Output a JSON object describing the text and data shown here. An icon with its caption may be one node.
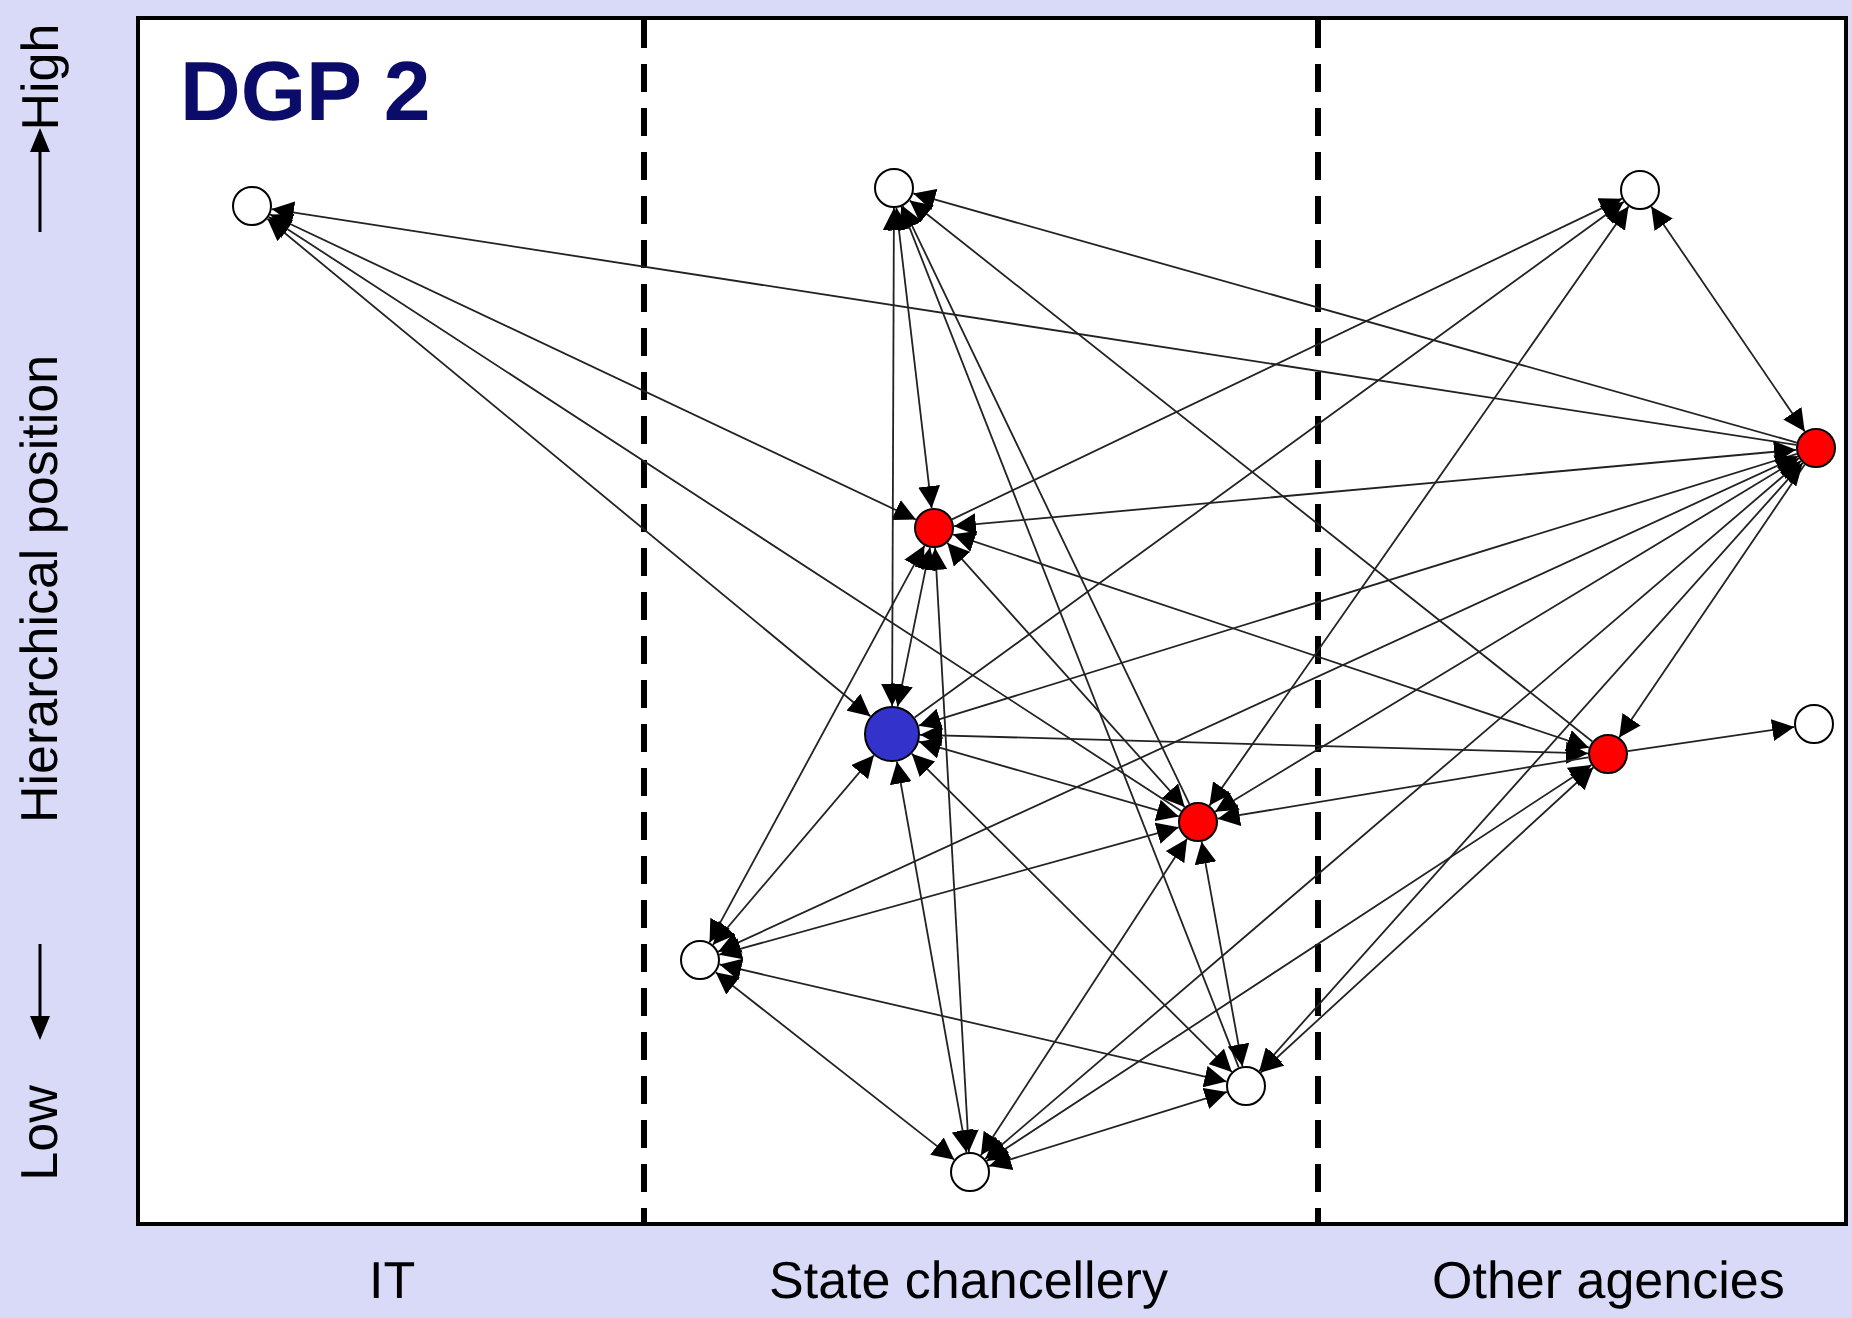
{
  "diagram": {
    "title": "DGP 2",
    "nodes": [
      {
        "text": [],
        "shape": "circle"
      },
      {
        "text": [],
        "shape": "circle"
      },
      {
        "text": [],
        "shape": "circle"
      },
      {
        "text": [],
        "shape": "circle"
      },
      {
        "text": [],
        "shape": "circle"
      },
      {
        "text": [],
        "shape": "circle"
      },
      {
        "text": [],
        "shape": "circle"
      },
      {
        "text": [],
        "shape": "circle"
      },
      {
        "text": [],
        "shape": "circle"
      },
      {
        "text": [],
        "shape": "circle"
      },
      {
        "text": [],
        "shape": "circle"
      },
      {
        "text": [],
        "shape": "circle"
      }
    ],
    "edges": [
      {
        "from": 3,
        "to": 0,
        "arrow": "to"
      },
      {
        "from": 0,
        "to": 4,
        "arrow": "both"
      },
      {
        "from": 8,
        "to": 0,
        "arrow": "to"
      },
      {
        "from": 0,
        "to": 5,
        "arrow": "both"
      },
      {
        "from": 1,
        "to": 4,
        "arrow": "both"
      },
      {
        "from": 1,
        "to": 5,
        "arrow": "both"
      },
      {
        "from": 8,
        "to": 1,
        "arrow": "to"
      },
      {
        "from": 10,
        "to": 1,
        "arrow": "to"
      },
      {
        "from": 3,
        "to": 1,
        "arrow": "to"
      },
      {
        "from": 6,
        "to": 1,
        "arrow": "to"
      },
      {
        "from": 2,
        "to": 3,
        "arrow": "both"
      },
      {
        "from": 4,
        "to": 2,
        "arrow": "to"
      },
      {
        "from": 5,
        "to": 2,
        "arrow": "to"
      },
      {
        "from": 8,
        "to": 2,
        "arrow": "both"
      },
      {
        "from": 3,
        "to": 4,
        "arrow": "both"
      },
      {
        "from": 3,
        "to": 5,
        "arrow": "to"
      },
      {
        "from": 3,
        "to": 6,
        "arrow": "to"
      },
      {
        "from": 3,
        "to": 8,
        "arrow": "both"
      },
      {
        "from": 3,
        "to": 10,
        "arrow": "both"
      },
      {
        "from": 3,
        "to": 11,
        "arrow": "both"
      },
      {
        "from": 3,
        "to": 9,
        "arrow": "both"
      },
      {
        "from": 4,
        "to": 5,
        "arrow": "both"
      },
      {
        "from": 4,
        "to": 6,
        "arrow": "both"
      },
      {
        "from": 4,
        "to": 8,
        "arrow": "both"
      },
      {
        "from": 4,
        "to": 11,
        "arrow": "both"
      },
      {
        "from": 9,
        "to": 4,
        "arrow": "both"
      },
      {
        "from": 5,
        "to": 6,
        "arrow": "both"
      },
      {
        "from": 5,
        "to": 8,
        "arrow": "both"
      },
      {
        "from": 9,
        "to": 5,
        "arrow": "both"
      },
      {
        "from": 5,
        "to": 11,
        "arrow": "both"
      },
      {
        "from": 5,
        "to": 10,
        "arrow": "both"
      },
      {
        "from": 6,
        "to": 7,
        "arrow": "to"
      },
      {
        "from": 6,
        "to": 8,
        "arrow": "to"
      },
      {
        "from": 6,
        "to": 10,
        "arrow": "both"
      },
      {
        "from": 6,
        "to": 11,
        "arrow": "both"
      },
      {
        "from": 8,
        "to": 10,
        "arrow": "both"
      },
      {
        "from": 8,
        "to": 11,
        "arrow": "both"
      },
      {
        "from": 9,
        "to": 8,
        "arrow": "both"
      },
      {
        "from": 9,
        "to": 10,
        "arrow": "both"
      },
      {
        "from": 9,
        "to": 11,
        "arrow": "both"
      },
      {
        "from": 10,
        "to": 11,
        "arrow": "both"
      }
    ],
    "labels": [
      "Low",
      "Hierarchical position",
      "High",
      "IT",
      "State chancellery",
      "Other agencies"
    ]
  }
}
